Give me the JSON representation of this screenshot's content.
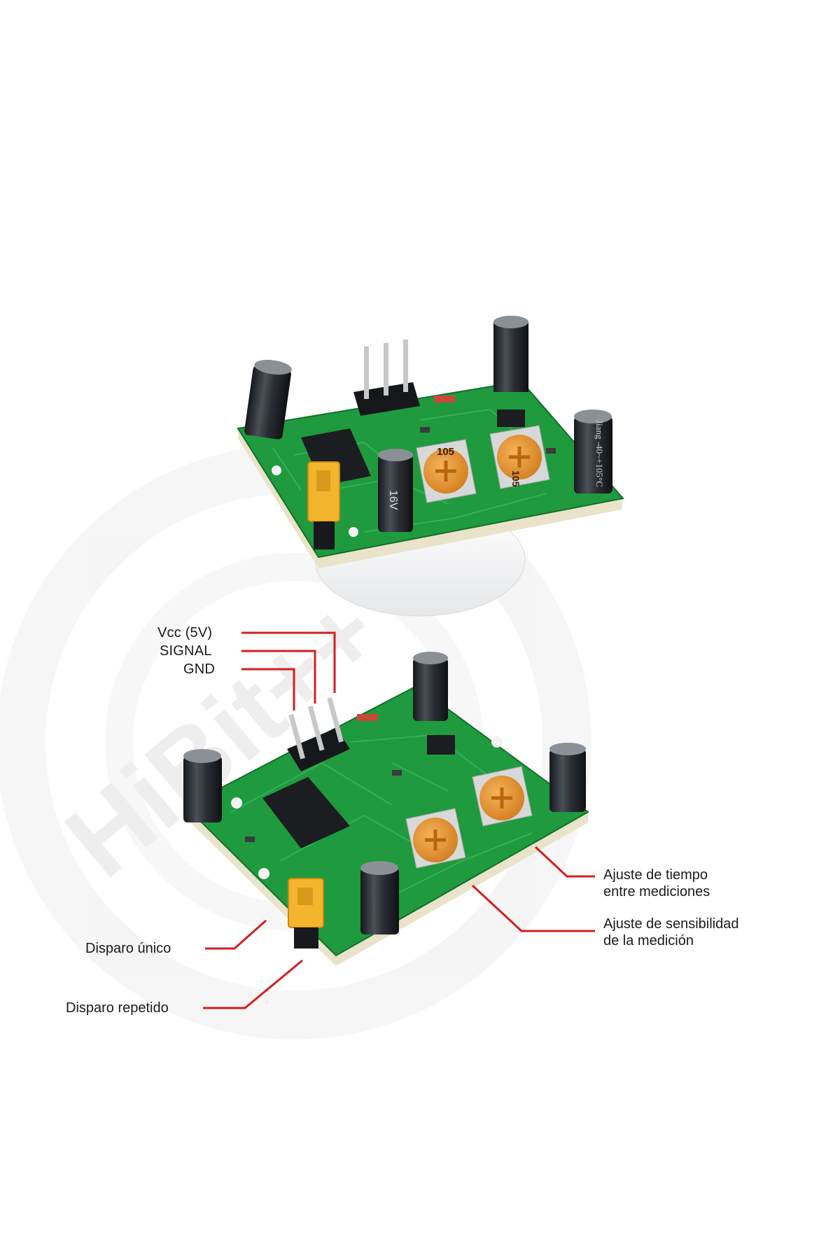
{
  "colors": {
    "pcb_green": "#1f9a3e",
    "pcb_dark": "#11702a",
    "leader_line": "#d21f1f",
    "trimmer_orange": "#e39431",
    "jumper_yellow": "#f3b52d",
    "capacitor_body": "#262a30",
    "watermark": "#f1f1f1"
  },
  "watermark": {
    "text": "HiBit++"
  },
  "top_board": {
    "trimmer_left_code": "105",
    "trimmer_right_code": "105",
    "capacitor_small_label": "16V",
    "capacitor_right_label": "Jiang -40~+105°C"
  },
  "bottom_board": {
    "pin_labels": {
      "vcc": "Vcc (5V)",
      "signal": "SIGNAL",
      "gnd": "GND"
    },
    "annotations": {
      "time_adjust_line1": "Ajuste de tiempo",
      "time_adjust_line2": "entre mediciones",
      "sensitivity_line1": "Ajuste de sensibilidad",
      "sensitivity_line2": "de la medición",
      "single_trigger": "Disparo único",
      "repeat_trigger": "Disparo repetido"
    }
  }
}
